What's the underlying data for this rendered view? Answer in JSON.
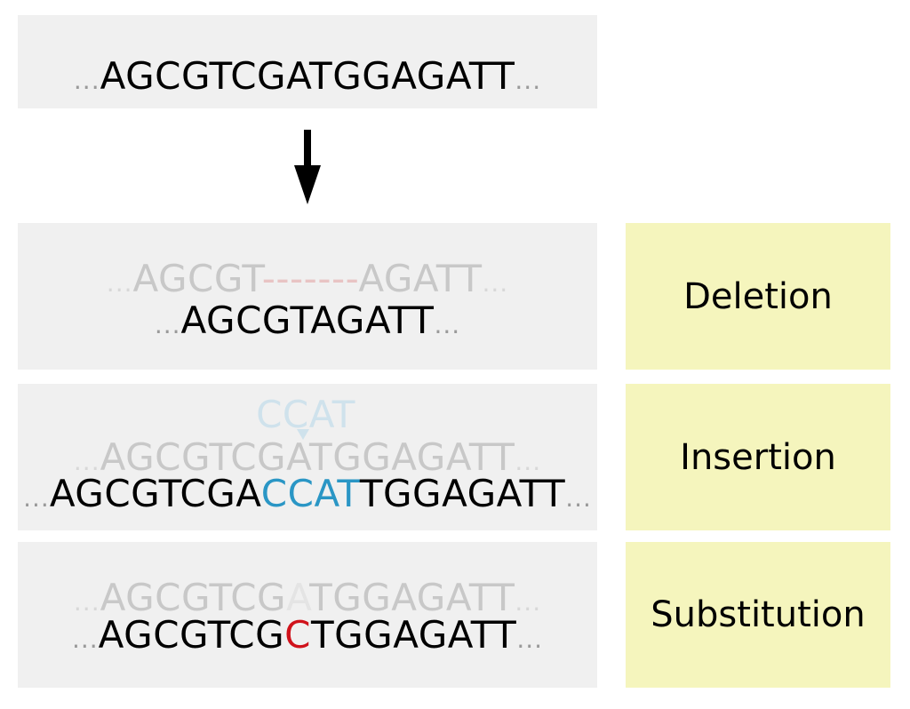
{
  "original": {
    "prefix": "...",
    "sequence": "AGCGTCGATGGAGATT",
    "suffix": "..."
  },
  "deletion": {
    "label": "Deletion",
    "ref": {
      "prefix": "...",
      "left": "AGCGT",
      "gap": "-------",
      "right": "AGATT",
      "suffix": "..."
    },
    "result": {
      "prefix": "...",
      "sequence": "AGCGTAGATT",
      "suffix": "..."
    }
  },
  "insertion": {
    "label": "Insertion",
    "inserted": "CCAT",
    "ref": {
      "prefix": "...",
      "sequence": "AGCGTCGATGGAGATT",
      "suffix": "..."
    },
    "result": {
      "prefix": "...",
      "left": "AGCGTCGA",
      "inserted": "CCAT",
      "right": "TGGAGATT",
      "suffix": "..."
    }
  },
  "substitution": {
    "label": "Substitution",
    "ref": {
      "prefix": "...",
      "left": "AGCGTCG",
      "changed": "A",
      "right": "TGGAGATT",
      "suffix": "..."
    },
    "result": {
      "prefix": "...",
      "left": "AGCGTCG",
      "changed": "C",
      "right": "TGGAGATT",
      "suffix": "..."
    }
  },
  "colors": {
    "box": "#f0f0f0",
    "label_box": "#f5f5bd",
    "insert": "#2a96c5",
    "substitute": "#d0121b"
  }
}
